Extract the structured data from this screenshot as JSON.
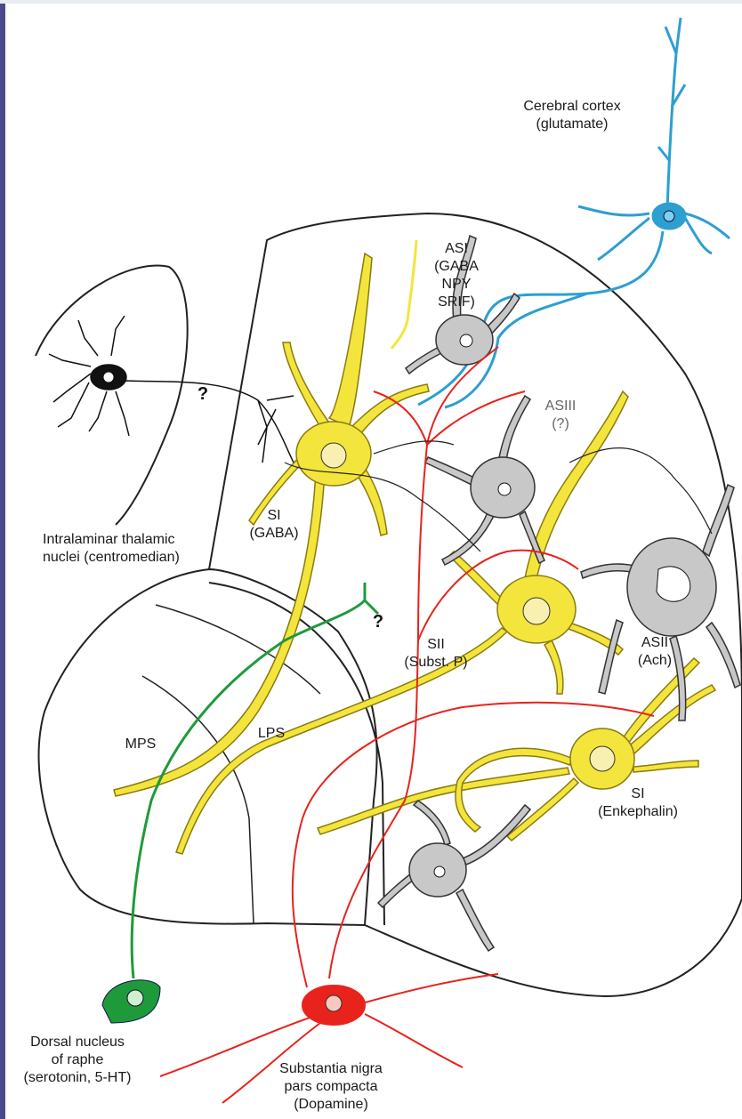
{
  "labels": {
    "cortex": "Cerebral cortex\n(glutamate)",
    "thalamic": "Intralaminar thalamic\nnuclei (centromedian)",
    "asi": "ASI\n(GABA\nNPY\nSRIF)",
    "asiii": "ASIII\n(?)",
    "si_gaba": "SI\n(GABA)",
    "sii": "SII\n(Subst. P)",
    "asii": "ASII\n(Ach)",
    "si_enk": "SI\n(Enkephalin)",
    "mps": "MPS",
    "lps": "LPS",
    "raphe": "Dorsal nucleus\nof raphe\n(serotonin, 5-HT)",
    "nigra": "Substantia nigra\npars compacta\n(Dopamine)",
    "q_thalamic": "?",
    "q_raphe": "?"
  },
  "colors": {
    "cortex": "#2d9fd1",
    "spiny": "#f4e53c",
    "dopamine": "#e8231c",
    "serotonin": "#1f9a3a",
    "outline": "#222222",
    "interneuron": "#9a9a9a",
    "stripe": "#4a4a8c"
  }
}
